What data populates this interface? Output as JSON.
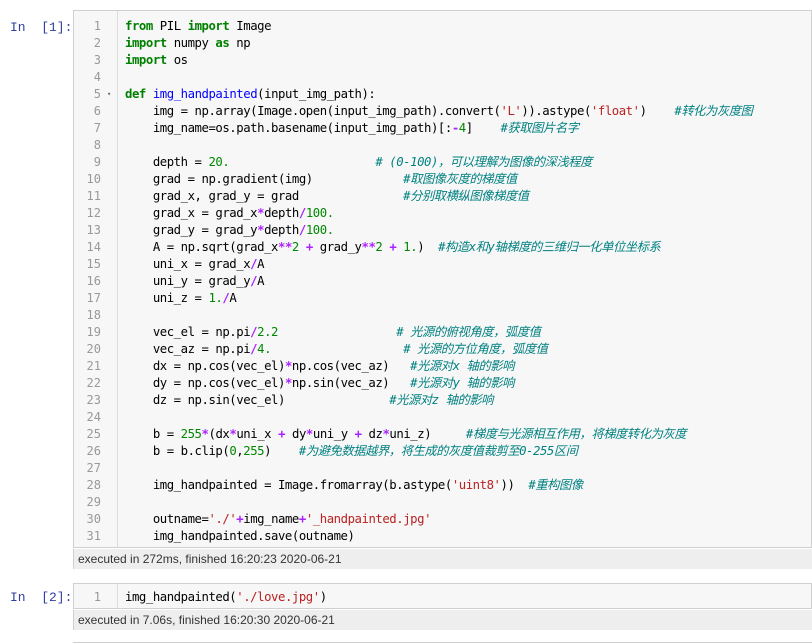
{
  "cells": [
    {
      "prompt": "In  [1]:",
      "execution_info": "executed in 272ms, finished 16:20:23 2020-06-21",
      "lines": [
        {
          "n": "1",
          "tokens": [
            [
              "kw",
              "from"
            ],
            [
              "p",
              " PIL "
            ],
            [
              "kw",
              "import"
            ],
            [
              "p",
              " Image"
            ]
          ]
        },
        {
          "n": "2",
          "tokens": [
            [
              "kw",
              "import"
            ],
            [
              "p",
              " numpy "
            ],
            [
              "kw",
              "as"
            ],
            [
              "p",
              " np"
            ]
          ]
        },
        {
          "n": "3",
          "tokens": [
            [
              "kw",
              "import"
            ],
            [
              "p",
              " os"
            ]
          ]
        },
        {
          "n": "4",
          "tokens": []
        },
        {
          "n": "5",
          "fold": "▾",
          "tokens": [
            [
              "kw",
              "def"
            ],
            [
              "p",
              " "
            ],
            [
              "def",
              "img_handpainted"
            ],
            [
              "p",
              "(input_img_path):"
            ]
          ]
        },
        {
          "n": "6",
          "tokens": [
            [
              "p",
              "    img = np.array(Image.open(input_img_path).convert("
            ],
            [
              "str",
              "'L'"
            ],
            [
              "p",
              ")).astype("
            ],
            [
              "str",
              "'float'"
            ],
            [
              "p",
              ")    "
            ],
            [
              "cm",
              "#转化为灰度图"
            ]
          ]
        },
        {
          "n": "7",
          "tokens": [
            [
              "p",
              "    img_name=os.path.basename(input_img_path)[:"
            ],
            [
              "op",
              "-"
            ],
            [
              "num",
              "4"
            ],
            [
              "p",
              "]    "
            ],
            [
              "cm",
              "#获取图片名字"
            ]
          ]
        },
        {
          "n": "8",
          "tokens": []
        },
        {
          "n": "9",
          "tokens": [
            [
              "p",
              "    depth = "
            ],
            [
              "num",
              "20."
            ],
            [
              "p",
              "                     "
            ],
            [
              "cm",
              "# (0-100)，可以理解为图像的深浅程度"
            ]
          ]
        },
        {
          "n": "10",
          "tokens": [
            [
              "p",
              "    grad = np.gradient(img)             "
            ],
            [
              "cm",
              "#取图像灰度的梯度值"
            ]
          ]
        },
        {
          "n": "11",
          "tokens": [
            [
              "p",
              "    grad_x, grad_y = grad               "
            ],
            [
              "cm",
              "#分别取横纵图像梯度值"
            ]
          ]
        },
        {
          "n": "12",
          "tokens": [
            [
              "p",
              "    grad_x = grad_x"
            ],
            [
              "op",
              "*"
            ],
            [
              "p",
              "depth"
            ],
            [
              "op",
              "/"
            ],
            [
              "num",
              "100."
            ]
          ]
        },
        {
          "n": "13",
          "tokens": [
            [
              "p",
              "    grad_y = grad_y"
            ],
            [
              "op",
              "*"
            ],
            [
              "p",
              "depth"
            ],
            [
              "op",
              "/"
            ],
            [
              "num",
              "100."
            ]
          ]
        },
        {
          "n": "14",
          "tokens": [
            [
              "p",
              "    A = np.sqrt(grad_x"
            ],
            [
              "op",
              "**"
            ],
            [
              "num",
              "2"
            ],
            [
              "p",
              " "
            ],
            [
              "op",
              "+"
            ],
            [
              "p",
              " grad_y"
            ],
            [
              "op",
              "**"
            ],
            [
              "num",
              "2"
            ],
            [
              "p",
              " "
            ],
            [
              "op",
              "+"
            ],
            [
              "p",
              " "
            ],
            [
              "num",
              "1."
            ],
            [
              "p",
              ")  "
            ],
            [
              "cm",
              "#构造x和y轴梯度的三维归一化单位坐标系"
            ]
          ]
        },
        {
          "n": "15",
          "tokens": [
            [
              "p",
              "    uni_x = grad_x"
            ],
            [
              "op",
              "/"
            ],
            [
              "p",
              "A"
            ]
          ]
        },
        {
          "n": "16",
          "tokens": [
            [
              "p",
              "    uni_y = grad_y"
            ],
            [
              "op",
              "/"
            ],
            [
              "p",
              "A"
            ]
          ]
        },
        {
          "n": "17",
          "tokens": [
            [
              "p",
              "    uni_z = "
            ],
            [
              "num",
              "1."
            ],
            [
              "op",
              "/"
            ],
            [
              "p",
              "A"
            ]
          ]
        },
        {
          "n": "18",
          "tokens": []
        },
        {
          "n": "19",
          "tokens": [
            [
              "p",
              "    vec_el = np.pi"
            ],
            [
              "op",
              "/"
            ],
            [
              "num",
              "2.2"
            ],
            [
              "p",
              "                 "
            ],
            [
              "cm",
              "# 光源的俯视角度，弧度值"
            ]
          ]
        },
        {
          "n": "20",
          "tokens": [
            [
              "p",
              "    vec_az = np.pi"
            ],
            [
              "op",
              "/"
            ],
            [
              "num",
              "4."
            ],
            [
              "p",
              "                   "
            ],
            [
              "cm",
              "# 光源的方位角度，弧度值"
            ]
          ]
        },
        {
          "n": "21",
          "tokens": [
            [
              "p",
              "    dx = np.cos(vec_el)"
            ],
            [
              "op",
              "*"
            ],
            [
              "p",
              "np.cos(vec_az)   "
            ],
            [
              "cm",
              "#光源对x 轴的影响"
            ]
          ]
        },
        {
          "n": "22",
          "tokens": [
            [
              "p",
              "    dy = np.cos(vec_el)"
            ],
            [
              "op",
              "*"
            ],
            [
              "p",
              "np.sin(vec_az)   "
            ],
            [
              "cm",
              "#光源对y 轴的影响"
            ]
          ]
        },
        {
          "n": "23",
          "tokens": [
            [
              "p",
              "    dz = np.sin(vec_el)               "
            ],
            [
              "cm",
              "#光源对z 轴的影响"
            ]
          ]
        },
        {
          "n": "24",
          "tokens": []
        },
        {
          "n": "25",
          "tokens": [
            [
              "p",
              "    b = "
            ],
            [
              "num",
              "255"
            ],
            [
              "op",
              "*"
            ],
            [
              "p",
              "(dx"
            ],
            [
              "op",
              "*"
            ],
            [
              "p",
              "uni_x "
            ],
            [
              "op",
              "+"
            ],
            [
              "p",
              " dy"
            ],
            [
              "op",
              "*"
            ],
            [
              "p",
              "uni_y "
            ],
            [
              "op",
              "+"
            ],
            [
              "p",
              " dz"
            ],
            [
              "op",
              "*"
            ],
            [
              "p",
              "uni_z)     "
            ],
            [
              "cm",
              "#梯度与光源相互作用，将梯度转化为灰度"
            ]
          ]
        },
        {
          "n": "26",
          "tokens": [
            [
              "p",
              "    b = b.clip("
            ],
            [
              "num",
              "0"
            ],
            [
              "p",
              ","
            ],
            [
              "num",
              "255"
            ],
            [
              "p",
              ")    "
            ],
            [
              "cm",
              "#为避免数据越界，将生成的灰度值裁剪至0‐255区间"
            ]
          ]
        },
        {
          "n": "27",
          "tokens": []
        },
        {
          "n": "28",
          "tokens": [
            [
              "p",
              "    img_handpainted = Image.fromarray(b.astype("
            ],
            [
              "str",
              "'uint8'"
            ],
            [
              "p",
              "))  "
            ],
            [
              "cm",
              "#重构图像"
            ]
          ]
        },
        {
          "n": "29",
          "tokens": []
        },
        {
          "n": "30",
          "tokens": [
            [
              "p",
              "    outname="
            ],
            [
              "str",
              "'./'"
            ],
            [
              "op",
              "+"
            ],
            [
              "p",
              "img_name"
            ],
            [
              "op",
              "+"
            ],
            [
              "str",
              "'_handpainted.jpg'"
            ]
          ]
        },
        {
          "n": "31",
          "tokens": [
            [
              "p",
              "    img_handpainted.save(outname)"
            ]
          ]
        }
      ]
    },
    {
      "prompt": "In  [2]:",
      "execution_info": "executed in 7.06s, finished 16:20:30 2020-06-21",
      "lines": [
        {
          "n": "1",
          "tokens": [
            [
              "p",
              "img_handpainted("
            ],
            [
              "str",
              "'./love.jpg'"
            ],
            [
              "p",
              ")"
            ]
          ]
        }
      ]
    }
  ]
}
